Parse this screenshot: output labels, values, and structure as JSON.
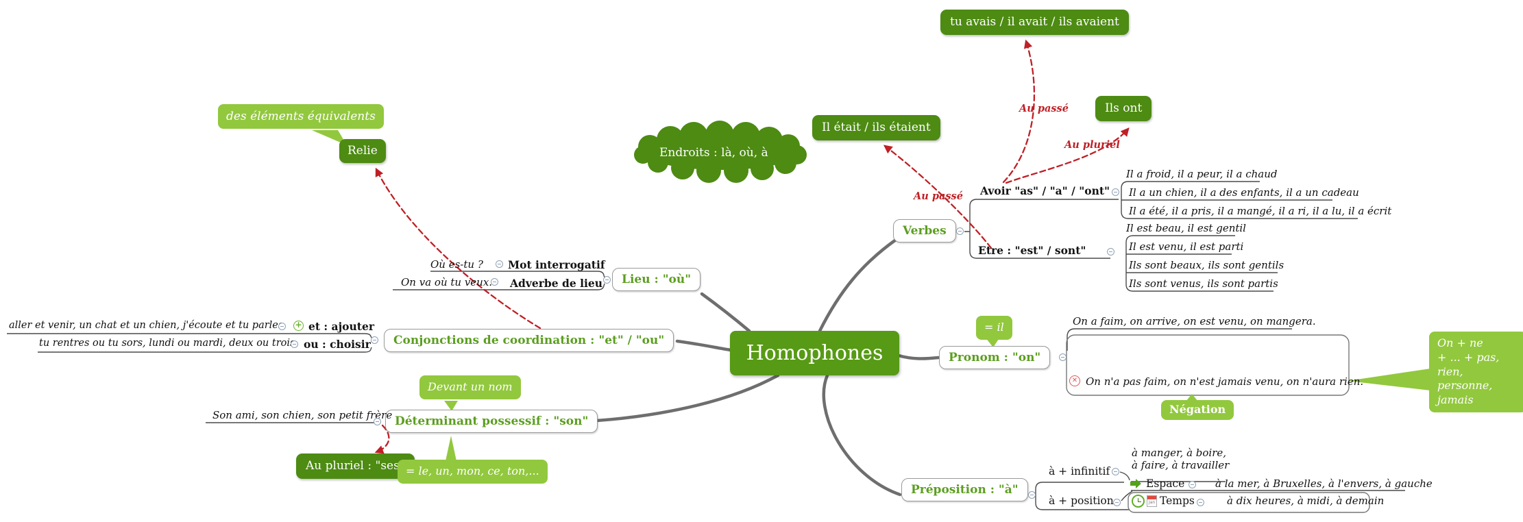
{
  "map": {
    "title": "Homophones"
  },
  "icons": {
    "plus": "+",
    "cross": "✕",
    "calendar_label": "Jan"
  },
  "floating": {
    "tu_avais": "tu avais / il avait / ils avaient",
    "ils_ont": "Ils ont",
    "il_etait": "Il était / ils étaient",
    "endroits": "Endroits : là, où, à",
    "relie": "Relie",
    "des_elements": "des éléments équivalents",
    "au_pluriel_ses": "Au pluriel : \"ses\""
  },
  "links": {
    "au_passe_avoir": "Au passé",
    "au_pluriel": "Au pluriel",
    "au_passe_etre": "Au passé"
  },
  "verbes": {
    "label": "Verbes",
    "avoir_label": "Avoir \"as\" / \"a\" / \"ont\"",
    "avoir_examples": [
      "Il a froid, il a peur, il a chaud",
      "Il a un chien, il a des enfants, il a un cadeau",
      "Il a été, il a pris, il a mangé, il a ri, il a lu, il a écrit"
    ],
    "etre_label": "Etre : \"est\" / sont\"",
    "etre_examples": [
      "Il est beau, il est gentil",
      "Il est venu, il est parti",
      "Ils sont beaux, ils sont gentils",
      "Ils sont venus, ils sont partis"
    ]
  },
  "pronom": {
    "label": "Pronom : \"on\"",
    "bubble": "= il",
    "example_positive": "On a faim, on arrive, on est venu, on mangera.",
    "example_negative": "On n'a pas faim, on n'est jamais venu, on n'aura rien.",
    "negation_label": "Négation",
    "note": "On + ne\n+ ... + pas,\nrien,\npersonne,\njamais"
  },
  "preposition": {
    "label": "Préposition : \"à\"",
    "infinitif_label": "à + infinitif",
    "infinitif_example": "à manger, à boire,\nà faire, à travailler",
    "position_label": "à + position",
    "espace_label": "Espace",
    "espace_example": "à la mer, à Bruxelles, à l'envers, à gauche",
    "temps_label": "Temps",
    "temps_example": "à dix heures, à midi, à demain"
  },
  "lieu": {
    "label": "Lieu : \"où\"",
    "rows": [
      {
        "example": "Où es-tu ?",
        "label": "Mot interrogatif"
      },
      {
        "example": "On va où tu veux.",
        "label": "Adverbe de lieu"
      }
    ]
  },
  "conjonctions": {
    "label": "Conjonctions de coordination : \"et\" / \"ou\"",
    "rows": [
      {
        "example": "aller et venir, un chat et un chien, j'écoute et tu parles",
        "label": "et : ajouter"
      },
      {
        "example": "tu rentres ou tu sors, lundi ou mardi, deux ou trois",
        "label": "ou : choisir"
      }
    ]
  },
  "determinant": {
    "label": "Déterminant possessif : \"son\"",
    "example": "Son ami, son chien, son petit frère",
    "bubble_top": "Devant un nom",
    "bubble_bottom": "= le, un, mon, ce, ton,...",
    "pluriel": "Au pluriel : \"ses\""
  }
}
